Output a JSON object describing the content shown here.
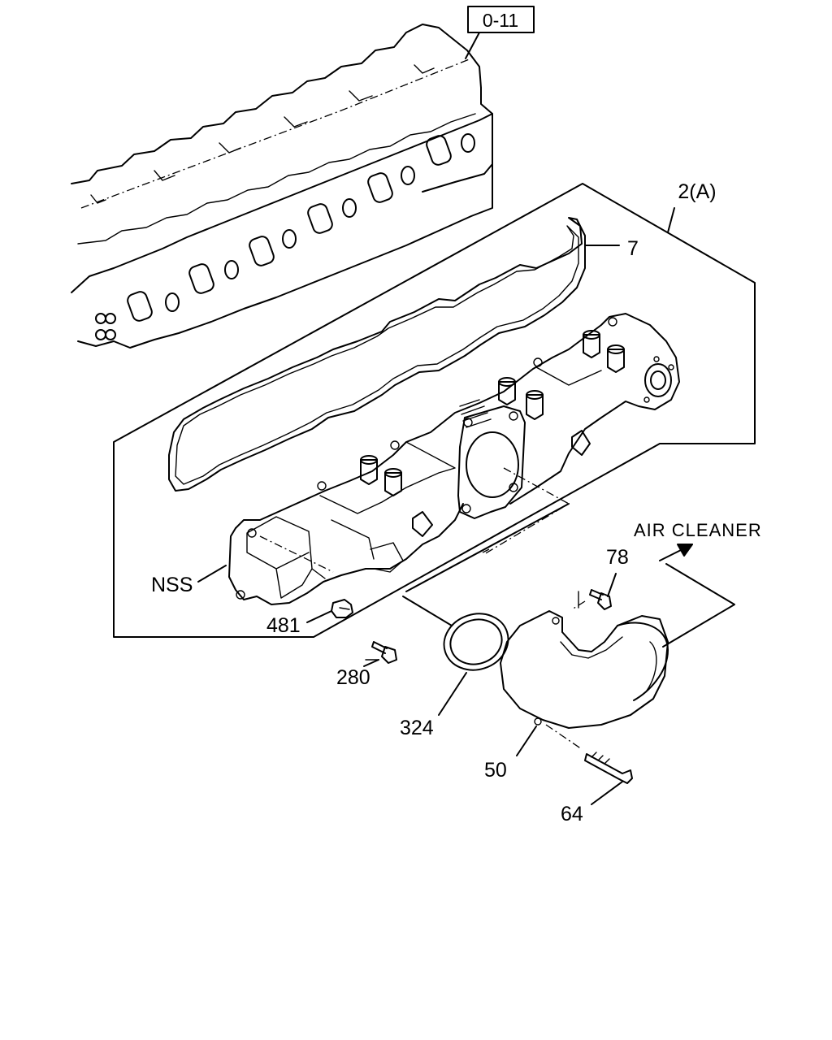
{
  "reference_box": "0-11",
  "direction_note": "AIR CLEANER",
  "callouts": {
    "assembly": "2(A)",
    "gasket": "7",
    "nss": "NSS",
    "plug": "481",
    "bolt_280": "280",
    "ring_324": "324",
    "bolt_78": "78",
    "elbow_50": "50",
    "stud_64": "64"
  }
}
